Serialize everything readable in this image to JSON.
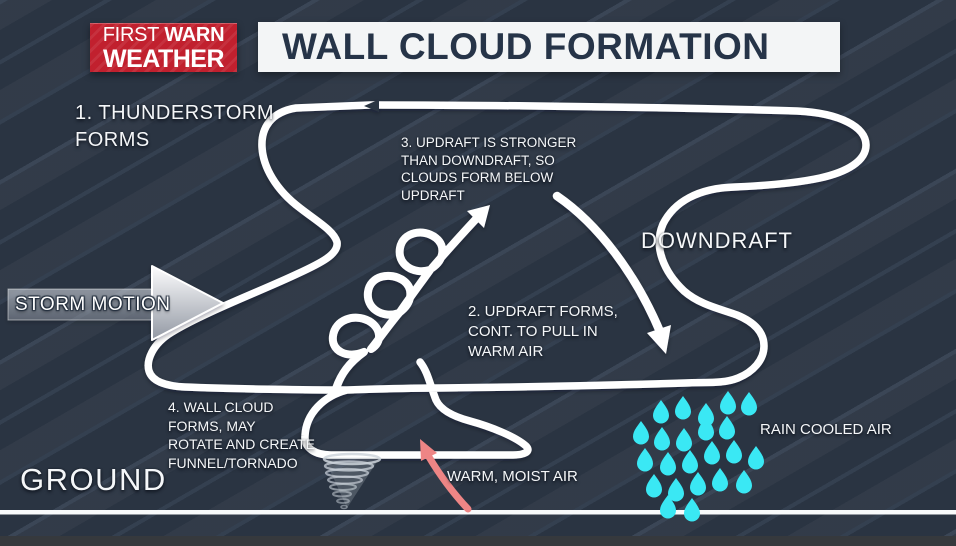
{
  "logo": {
    "word1": "FIRST",
    "word2": "WARN",
    "line2": "WEATHER"
  },
  "header": {
    "title": "WALL CLOUD FORMATION"
  },
  "annotations": {
    "step1": {
      "lines": [
        "1. THUNDERSTORM",
        "FORMS"
      ]
    },
    "step2": {
      "lines": [
        "2. UPDRAFT FORMS,",
        "CONT. TO PULL IN",
        "WARM AIR"
      ]
    },
    "step3": {
      "lines": [
        "3. UPDRAFT IS STRONGER",
        "THAN DOWNDRAFT, SO",
        "CLOUDS FORM BELOW",
        "UPDRAFT"
      ]
    },
    "step4": {
      "lines": [
        "4. WALL CLOUD",
        "FORMS, MAY",
        "ROTATE AND CREATE",
        "FUNNEL/TORNADO"
      ]
    },
    "downdraft": "DOWNDRAFT",
    "storm_motion": "STORM MOTION",
    "warm_moist_air": "WARM, MOIST AIR",
    "rain_cooled_air": "RAIN COOLED AIR",
    "ground": "GROUND"
  },
  "icons": {
    "storm_motion_arrow": "right-pointing-3d-arrow",
    "updraft_spiral": "loop-spiral-arrow-up-right",
    "downdraft_arrow": "curved-arrow-down",
    "warm_air_arrow": "curved-arrow-up-left",
    "raindrops": "teardrop-cluster",
    "tornado_funnel": "funnel-vortex",
    "flow_marker": "small-dark-notch-on-cloud-top"
  },
  "colors": {
    "background": "#2a3442",
    "stripe": "#3c4a5e",
    "logo_red": "#c1202e",
    "title_bar": "#f3f5f6",
    "title_text": "#263448",
    "cloud_line": "#ffffff",
    "rain_drop": "#3ae8f4",
    "warm_air_arrow": "#ee8585",
    "tornado": "#c9d0d8"
  }
}
